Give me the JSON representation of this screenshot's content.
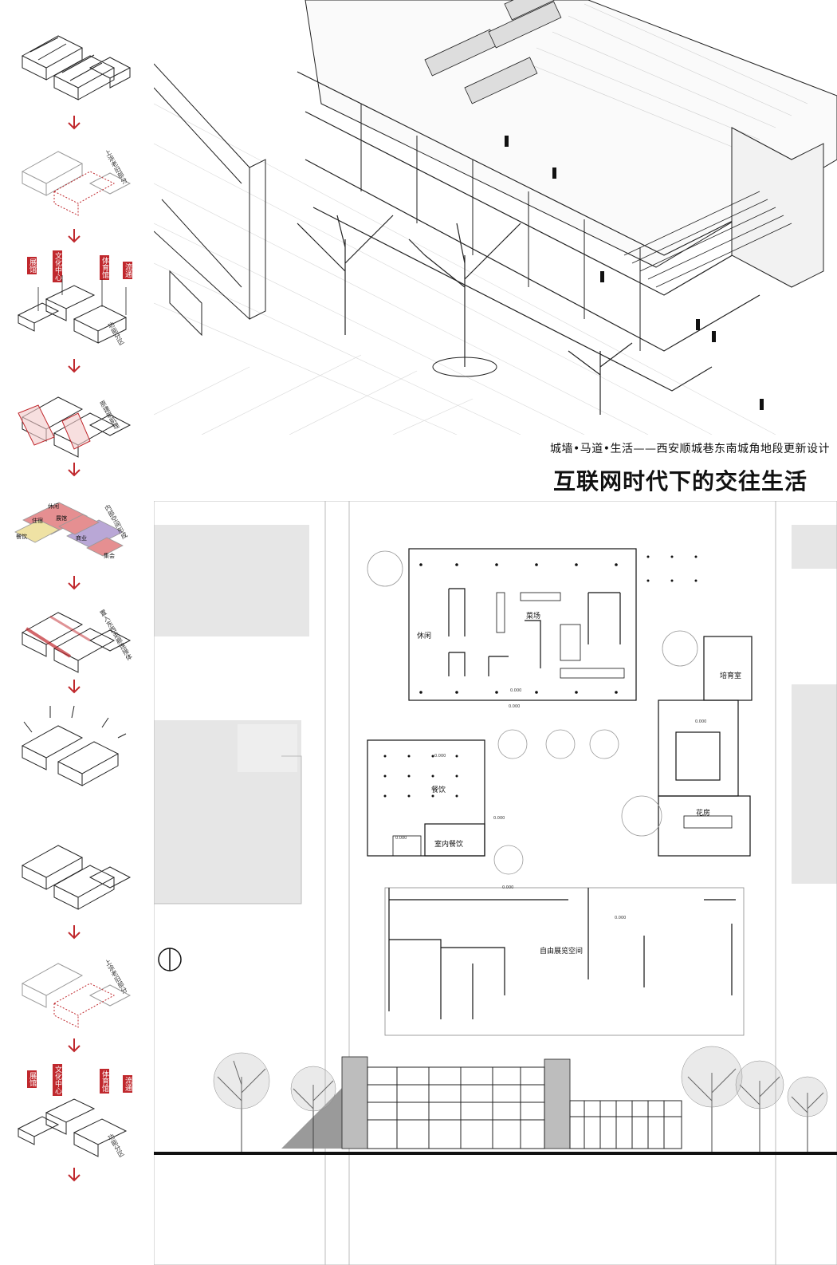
{
  "header": {
    "subtitle": "城墙•马道•生活——西安顺城巷东南城角地段更新设计",
    "title": "互联网时代下的交往生活"
  },
  "steps": [
    {
      "labels": []
    },
    {
      "labels": [
        "上涂老旧部分"
      ]
    },
    {
      "labels": [
        "功能分区"
      ],
      "tags": [
        "展馆",
        "文化中心",
        "体育馆",
        "流通"
      ]
    },
    {
      "labels": [
        "原建筑肌理"
      ]
    },
    {
      "labels": [
        "内部空间形成"
      ],
      "tags_overlay": [
        "休闲",
        "展馆",
        "住宿",
        "餐饮",
        "商业",
        "集会"
      ]
    },
    {
      "labels": [
        "置入东西走廊连接体"
      ]
    },
    {
      "labels": []
    },
    {
      "labels": []
    },
    {
      "labels": [
        "上涂老旧部分"
      ]
    },
    {
      "labels": [
        "功能分区"
      ],
      "tags": [
        "展馆",
        "文化中心",
        "体育馆",
        "流通"
      ]
    }
  ],
  "plan": {
    "rooms": {
      "market": "菜场",
      "leisure": "休闲",
      "incubator": "培育室",
      "dining": "餐饮",
      "indoor_dining": "室内餐饮",
      "greenhouse": "花房",
      "exhibition": "自由展览空间"
    },
    "elevations": {
      "a": "0.000",
      "b": "0.000",
      "c": "0.000",
      "d": "0.000",
      "e": "0.000",
      "f": "0.000",
      "g": "0.000",
      "h": "0.000"
    }
  },
  "colors": {
    "accent_red": "#c0282d",
    "line": "#222222",
    "grey_block": "#e6e6e6",
    "plan_border": "#bbbbbb"
  },
  "icons": [
    "down-arrow-icon",
    "north-arrow-icon",
    "tree-icon"
  ]
}
